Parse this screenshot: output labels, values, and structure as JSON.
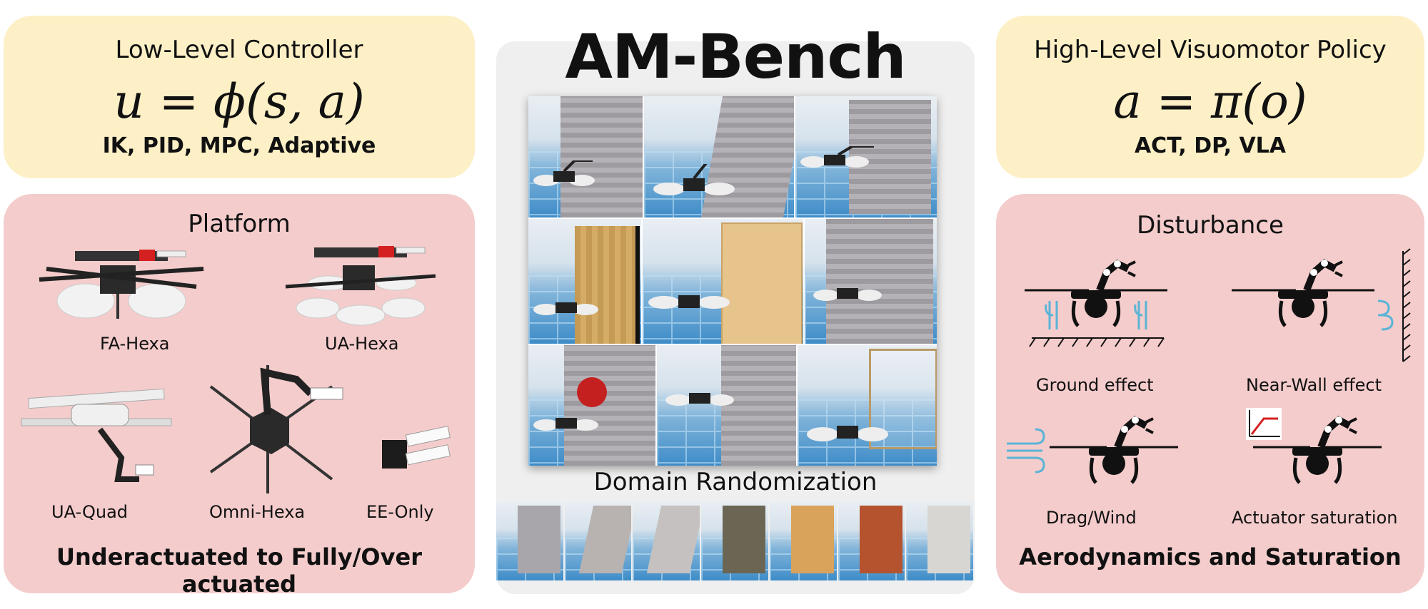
{
  "title": "AM-Bench",
  "low_level": {
    "title": "Low-Level Controller",
    "formula": "u = ϕ(s, a)",
    "methods": "IK, PID, MPC, Adaptive"
  },
  "high_level": {
    "title": "High-Level Visuomotor Policy",
    "formula": "a = π(o)",
    "methods": "ACT, DP, VLA"
  },
  "platform": {
    "title": "Platform",
    "items": [
      "FA-Hexa",
      "UA-Hexa",
      "UA-Quad",
      "Omni-Hexa",
      "EE-Only"
    ],
    "footer": "Underactuated to Fully/Over actuated"
  },
  "disturbance": {
    "title": "Disturbance",
    "items": [
      "Ground effect",
      "Near-Wall effect",
      "Drag/Wind",
      "Actuator saturation"
    ],
    "footer": "Aerodynamics and Saturation"
  },
  "domain_randomization": {
    "label": "Domain Randomization",
    "wall_colors": [
      "#a9a6ab",
      "#b8b2b0",
      "#c4c1c0",
      "#6b6654",
      "#d9a35c",
      "#b4532e",
      "#d8d6d2"
    ]
  },
  "colors": {
    "yellow_panel": "#fdf0c6",
    "pink_panel": "#f4cccc",
    "center_panel": "#efefef",
    "wind_blue": "#5ab4d6"
  }
}
